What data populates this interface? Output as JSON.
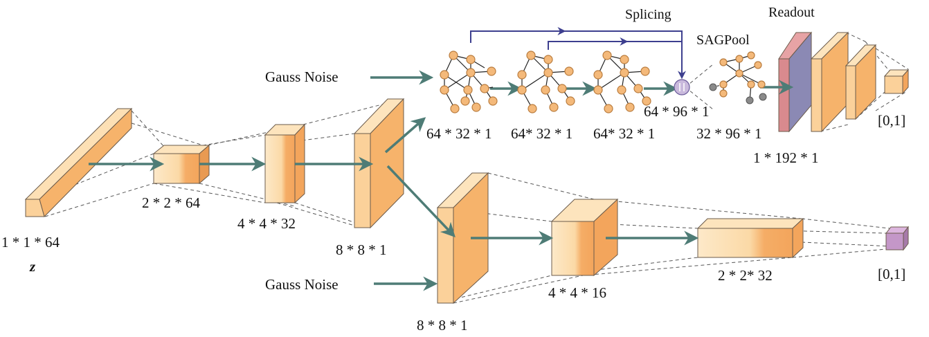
{
  "labels": {
    "z_dim": "1 * 1 * 64",
    "z": "z",
    "l1": "2 * 2 * 64",
    "l2": "4 * 4 * 32",
    "l3": "8 * 8 * 1",
    "gauss_top": "Gauss Noise",
    "gauss_bottom": "Gauss Noise",
    "g1": "64 * 32 * 1",
    "g2": "64* 32 * 1",
    "g3": "64* 32 * 1",
    "splice_dim": "64 * 96 * 1",
    "sag_dim": "32 * 96 * 1",
    "readout_dim": "1 * 192 * 1",
    "splicing": "Splicing",
    "sagpool": "SAGPool",
    "readout": "Readout",
    "out_top": "[0,1]",
    "bottom_8": "8 * 8 * 1",
    "bottom_4": "4 * 4 * 16",
    "bottom_2": "2 * 2* 32",
    "out_bottom": "[0,1]"
  },
  "colors": {
    "box_light": "#fde4bd",
    "box_mid": "#f8c98a",
    "box_dark": "#f3a55c",
    "flow_arrow": "#4e7c76",
    "splice_line": "#3d3f8f",
    "readout_pink": "#d98a8e",
    "readout_blue": "#8b89b4",
    "output_purple": "#c497c8",
    "node": "#f4b97a"
  }
}
